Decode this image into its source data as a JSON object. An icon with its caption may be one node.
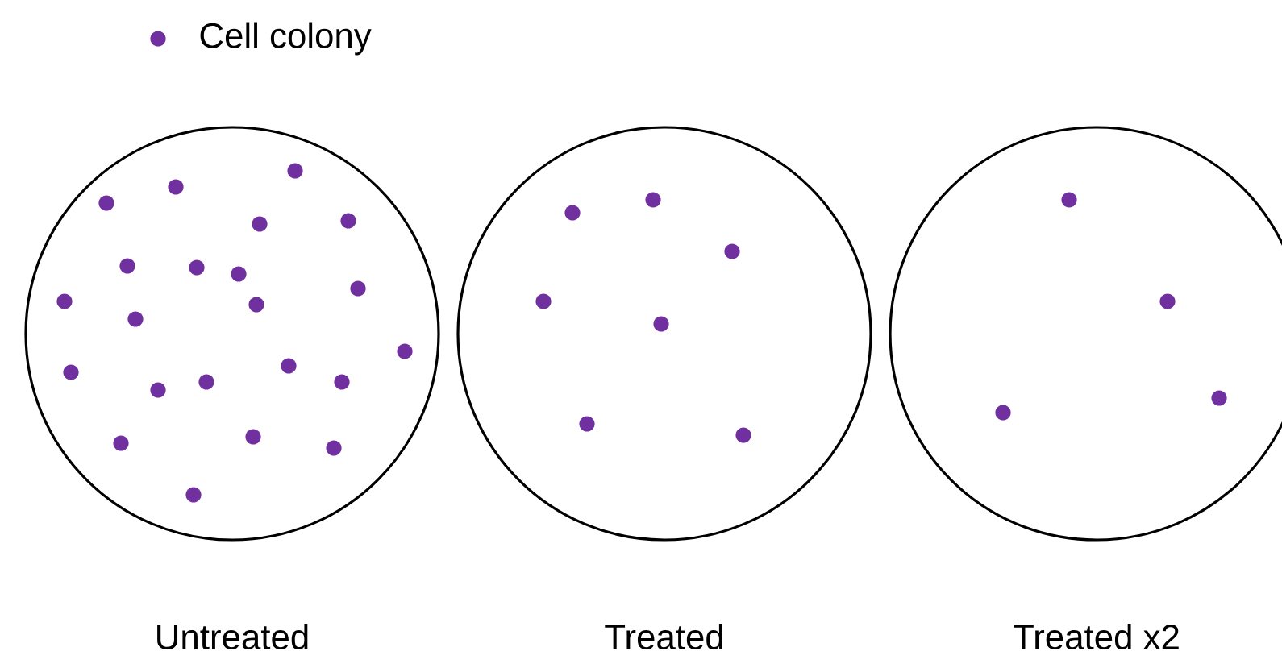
{
  "diagram": {
    "nodes": [
      {
        "text": [
          "Untreated"
        ]
      },
      {
        "text": [
          "Treated"
        ]
      },
      {
        "text": [
          "Treated x2"
        ]
      }
    ],
    "edges": [],
    "legend": [
      {
        "text": "Cell colony",
        "color": "#7030a0"
      }
    ]
  }
}
